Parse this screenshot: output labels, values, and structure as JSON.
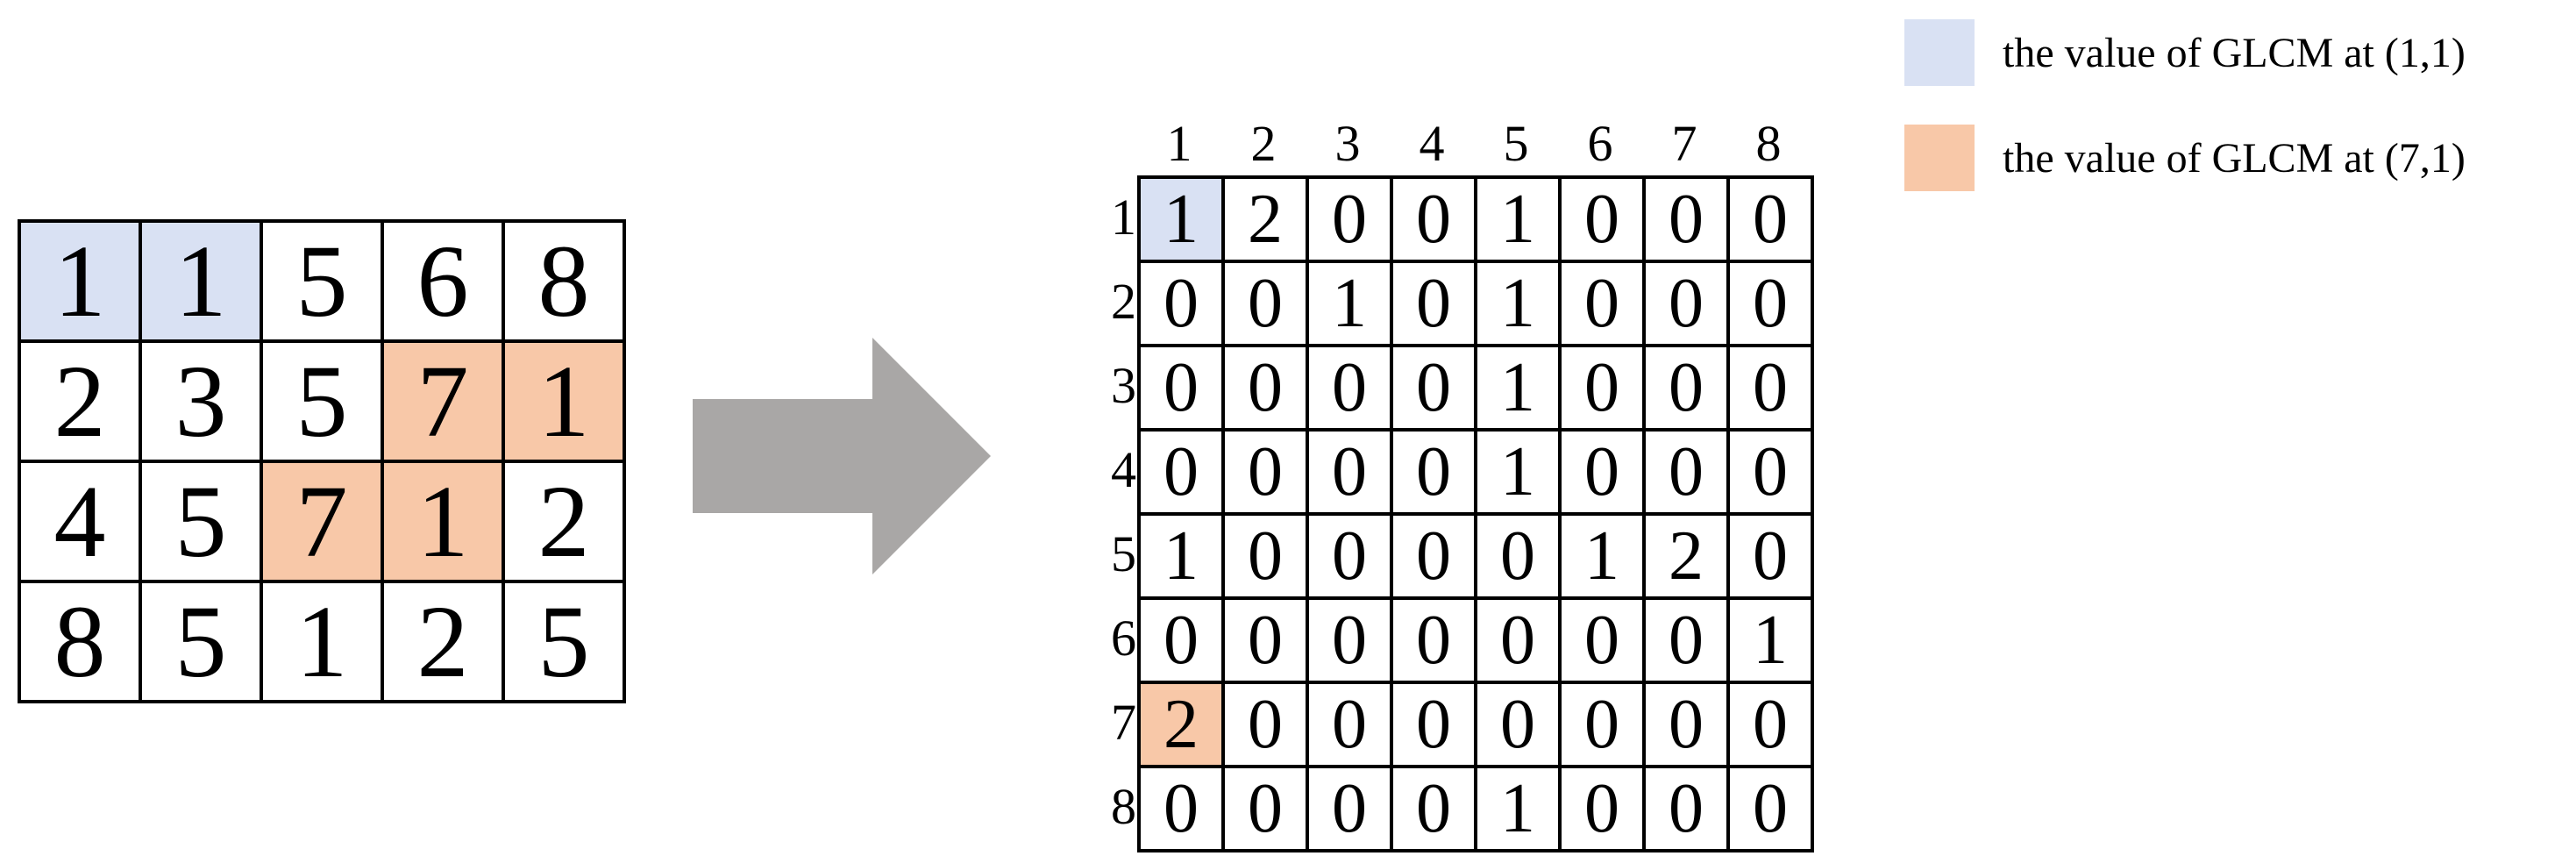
{
  "colors": {
    "highlight_11": "#d9e1f3",
    "highlight_71": "#f8c8a8",
    "arrow": "#a9a7a6"
  },
  "legend": [
    {
      "label": "the value of GLCM at (1,1)",
      "color_key": "highlight_11"
    },
    {
      "label": "the value of GLCM at (7,1)",
      "color_key": "highlight_71"
    }
  ],
  "image_grid": {
    "rows": [
      [
        "1",
        "1",
        "5",
        "6",
        "8"
      ],
      [
        "2",
        "3",
        "5",
        "7",
        "1"
      ],
      [
        "4",
        "5",
        "7",
        "1",
        "2"
      ],
      [
        "8",
        "5",
        "1",
        "2",
        "5"
      ]
    ],
    "highlights": [
      {
        "row": 0,
        "col": 0,
        "color_key": "highlight_11"
      },
      {
        "row": 0,
        "col": 1,
        "color_key": "highlight_11"
      },
      {
        "row": 1,
        "col": 3,
        "color_key": "highlight_71"
      },
      {
        "row": 1,
        "col": 4,
        "color_key": "highlight_71"
      },
      {
        "row": 2,
        "col": 2,
        "color_key": "highlight_71"
      },
      {
        "row": 2,
        "col": 3,
        "color_key": "highlight_71"
      }
    ]
  },
  "glcm": {
    "col_labels": [
      "1",
      "2",
      "3",
      "4",
      "5",
      "6",
      "7",
      "8"
    ],
    "row_labels": [
      "1",
      "2",
      "3",
      "4",
      "5",
      "6",
      "7",
      "8"
    ],
    "rows": [
      [
        "1",
        "2",
        "0",
        "0",
        "1",
        "0",
        "0",
        "0"
      ],
      [
        "0",
        "0",
        "1",
        "0",
        "1",
        "0",
        "0",
        "0"
      ],
      [
        "0",
        "0",
        "0",
        "0",
        "1",
        "0",
        "0",
        "0"
      ],
      [
        "0",
        "0",
        "0",
        "0",
        "1",
        "0",
        "0",
        "0"
      ],
      [
        "1",
        "0",
        "0",
        "0",
        "0",
        "1",
        "2",
        "0"
      ],
      [
        "0",
        "0",
        "0",
        "0",
        "0",
        "0",
        "0",
        "1"
      ],
      [
        "2",
        "0",
        "0",
        "0",
        "0",
        "0",
        "0",
        "0"
      ],
      [
        "0",
        "0",
        "0",
        "0",
        "1",
        "0",
        "0",
        "0"
      ]
    ],
    "highlights": [
      {
        "row": 0,
        "col": 0,
        "color_key": "highlight_11"
      },
      {
        "row": 6,
        "col": 0,
        "color_key": "highlight_71"
      }
    ]
  }
}
